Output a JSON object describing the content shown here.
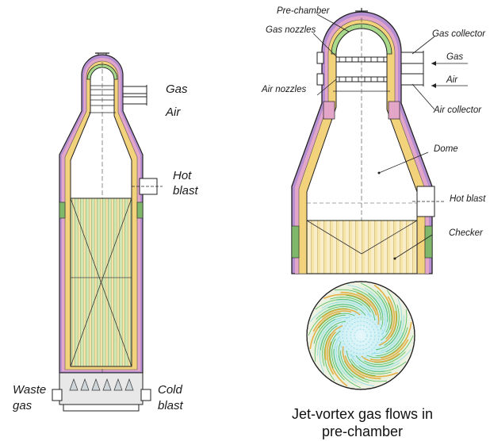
{
  "labels": {
    "left_gas": "Gas",
    "left_air": "Air",
    "hot_blast_1": "Hot",
    "hot_blast_2": "blast",
    "waste_1": "Waste",
    "waste_2": "gas",
    "cold_1": "Cold",
    "cold_2": "blast",
    "pre_chamber": "Pre-chamber",
    "gas_nozzles": "Gas nozzles",
    "gas_collector": "Gas collector",
    "right_gas": "Gas",
    "air_nozzles": "Air nozzles",
    "right_air": "Air",
    "air_collector": "Air collector",
    "dome": "Dome",
    "right_hot_blast": "Hot blast",
    "checker": "Checker"
  },
  "caption": {
    "line1": "Jet-vortex gas flows in",
    "line2": "pre-chamber"
  },
  "colors": {
    "outline": "#222222",
    "refractory_yellow": "#f2d27a",
    "insulation_green": "#a9d98a",
    "shell_pink": "#e3a6c9",
    "shell_purple": "#b58fd1",
    "checker_yellow": "#f6e4a6",
    "checker_green": "#cfe6b3",
    "vortex_green": "#3cb043",
    "vortex_orange": "#e6a52a",
    "vortex_cyan": "#7fd6e6"
  }
}
